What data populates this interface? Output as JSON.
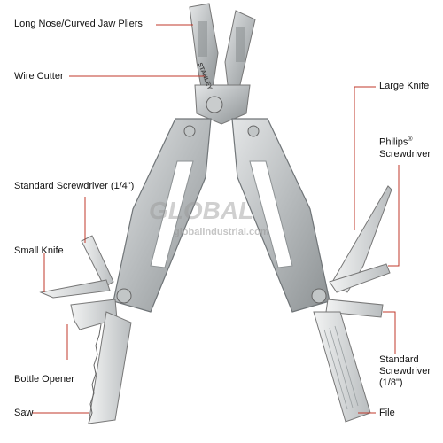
{
  "labels": {
    "long_nose": "Long Nose/Curved Jaw Pliers",
    "wire_cutter": "Wire Cutter",
    "std_screwdriver_quarter": "Standard Screwdriver (1/4\")",
    "small_knife": "Small Knife",
    "bottle_opener": "Bottle Opener",
    "saw": "Saw",
    "large_knife": "Large Knife",
    "philips_line1": "Philips",
    "philips_mark": "®",
    "philips_line2": "Screwdriver",
    "std_screwdriver_eighth_line1": "Standard",
    "std_screwdriver_eighth_line2": "Screwdriver",
    "std_screwdriver_eighth_line3": "(1/8\")",
    "file": "File"
  },
  "tool_engraving": {
    "brand": "STANLEY"
  },
  "watermark": {
    "line1": "GLOBAL",
    "line2": "globalindustrial.com"
  },
  "colors": {
    "leader": "#c0392b",
    "steel_light": "#d6d8d9",
    "steel_mid": "#a9adaf",
    "steel_dark": "#6f7477",
    "background": "#ffffff"
  }
}
